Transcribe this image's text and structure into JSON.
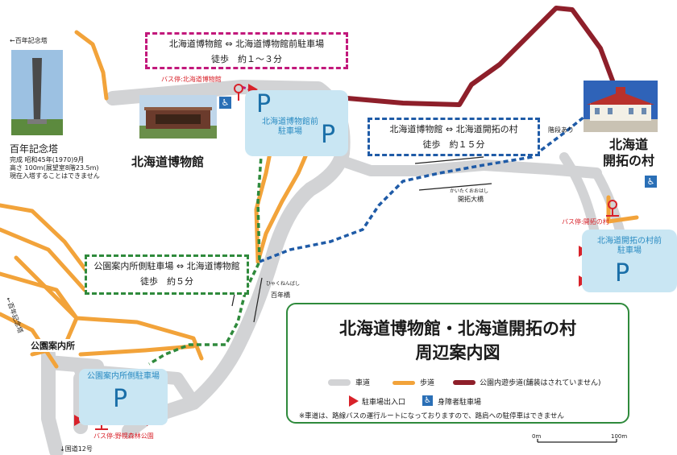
{
  "routes": {
    "museum_to_front_lot": {
      "line1": "北海道博物館 ⇔ 北海道博物館前駐車場",
      "line2": "徒歩　約１～３分"
    },
    "museum_to_village": {
      "line1": "北海道博物館 ⇔ 北海道開拓の村",
      "line2": "徒歩　約１５分"
    },
    "office_lot_to_museum": {
      "line1": "公園案内所側駐車場 ⇔ 北海道博物館",
      "line2": "徒歩　約５分"
    }
  },
  "places": {
    "museum": "北海道博物館",
    "village": "北海道\n開拓の村",
    "park_office": "公園案内所",
    "tower": "百年記念塔",
    "tower_note": "完成 昭和45年(1970)9月\n高さ 100m(展望室8階23.5m)\n現在入塔することはできません"
  },
  "directions": {
    "tower_top": "←百年記念塔",
    "tower_left": "←百年記念塔",
    "route12": "↓国道12号"
  },
  "bus_stops": {
    "museum": "バス停:北海道博物館",
    "village": "バス停:開拓の村",
    "forest": "バス停:野幌森林公園"
  },
  "parking": {
    "front": "北海道博物館前\n駐車場",
    "village": "北海道開拓の村前\n駐車場",
    "office": "公園案内所側駐車場",
    "symbol": "P"
  },
  "bridges": {
    "kaitaku_reading": "かいたくおおはし",
    "kaitaku": "開拓大橋",
    "hyakunen_reading": "ひゃくねんばし",
    "hyakunen": "百年橋"
  },
  "misc": {
    "stairs": "階段あり"
  },
  "legend": {
    "title1": "北海道博物館・北海道開拓の村",
    "title2": "周辺案内図",
    "road": "車道",
    "walkway": "歩道",
    "park_path": "公園内遊歩道(舗装はされていません)",
    "entrance": "駐車場出入口",
    "accessible": "身障者駐車場",
    "note": "※車道は、路線バスの運行ルートになっておりますので、路肩への駐停車はできません"
  },
  "scale": {
    "start": "0m",
    "end": "100m"
  },
  "colors": {
    "road": "#d2d3d5",
    "walkway": "#f2a33a",
    "park_path": "#8e1f2a",
    "green_route": "#2f8a3c",
    "pink_route": "#c2187b",
    "blue_route": "#1f5ba7",
    "lot": "#c9e6f3",
    "red": "#d8222a"
  }
}
